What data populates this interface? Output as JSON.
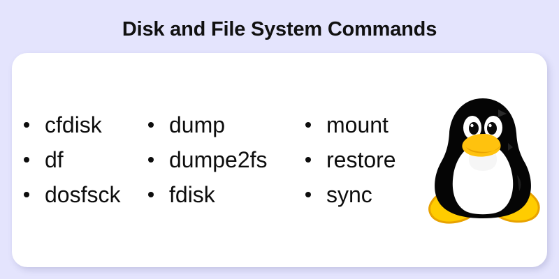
{
  "page": {
    "title": "Disk and File System Commands",
    "background_color": "#e4e4fd",
    "card_color": "#ffffff",
    "text_color": "#0d0d0d"
  },
  "mascot": {
    "name": "tux-linux-penguin",
    "body_color": "#000000",
    "belly_color": "#ffffff",
    "beak_color": "#ffcc00",
    "beak_shadow_color": "#e8a200",
    "feet_color": "#ffcc00",
    "feet_outline_color": "#e8a200"
  },
  "columns": [
    {
      "items": [
        {
          "label": "cfdisk"
        },
        {
          "label": "df"
        },
        {
          "label": "dosfsck"
        }
      ]
    },
    {
      "items": [
        {
          "label": "dump"
        },
        {
          "label": "dumpe2fs"
        },
        {
          "label": "fdisk"
        }
      ]
    },
    {
      "items": [
        {
          "label": "mount"
        },
        {
          "label": "restore"
        },
        {
          "label": "sync"
        }
      ]
    }
  ]
}
